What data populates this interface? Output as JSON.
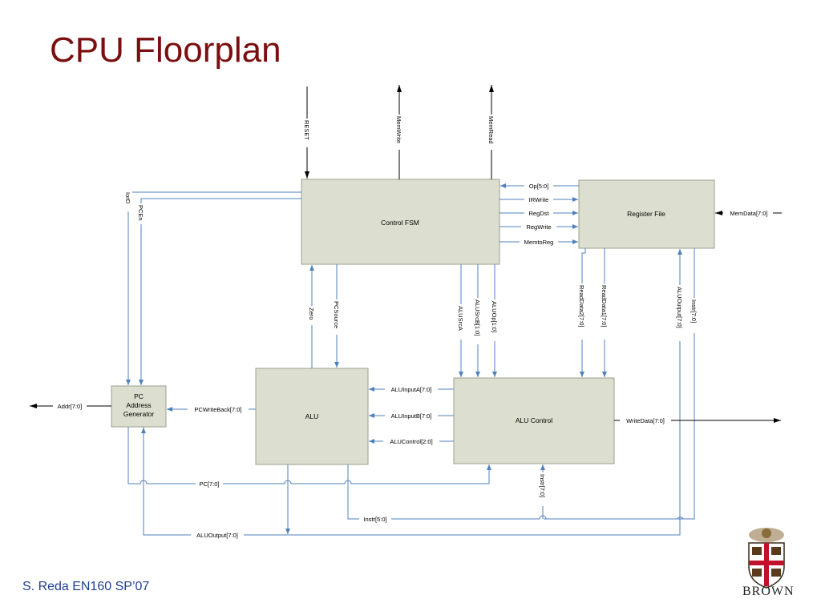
{
  "slide": {
    "title": "CPU Floorplan",
    "footer": "S. Reda EN160 SP’07",
    "logo_word": "BROWN"
  },
  "blocks": {
    "control_fsm": "Control FSM",
    "register_file": "Register File",
    "pc_gen": [
      "PC",
      "Address",
      "Generator"
    ],
    "alu": "ALU",
    "alu_control": "ALU Control"
  },
  "signals": {
    "reset": "RESET",
    "memwrite": "MemWrite",
    "memread": "MemRead",
    "iord": "IorD",
    "pcen": "PCEn",
    "op": "Op[5:0]",
    "irwrite": "IRWrite",
    "regdst": "RegDst",
    "regwrite": "RegWrite",
    "memtoreg": "MemtoReg",
    "memdata": "MemData[7:0]",
    "zero": "Zero",
    "pcsource": "PCSource",
    "alusrca": "ALUSrcA",
    "alusrcb": "ALUSrcB[1:0]",
    "aluop": "ALUOp[1:0]",
    "readdata2": "ReadData2[7:0]",
    "readdata1": "ReadData1[7:0]",
    "aluoutput_v": "ALUOutput[7:0]",
    "instr_v": "Instr[7:0]",
    "aluinputa": "ALUInputA[7:0]",
    "aluinputb": "ALUInputB[7:0]",
    "alucontrol": "ALUControl[2:0]",
    "writedata": "WriteData[7:0]",
    "addr": "Addr[7:0]",
    "pcwriteback": "PCWriteBack[7:0]",
    "pc": "PC[7:0]",
    "instr_bottom_v": "Instr[7:0]",
    "instr50": "Instr[5:0]",
    "aluoutput_h": "ALUOutput[7:0]"
  },
  "colors": {
    "title": "#7b0f0f",
    "footer": "#1f3f8f",
    "wire": "#4f81bd",
    "block": "#dcdfcf"
  }
}
